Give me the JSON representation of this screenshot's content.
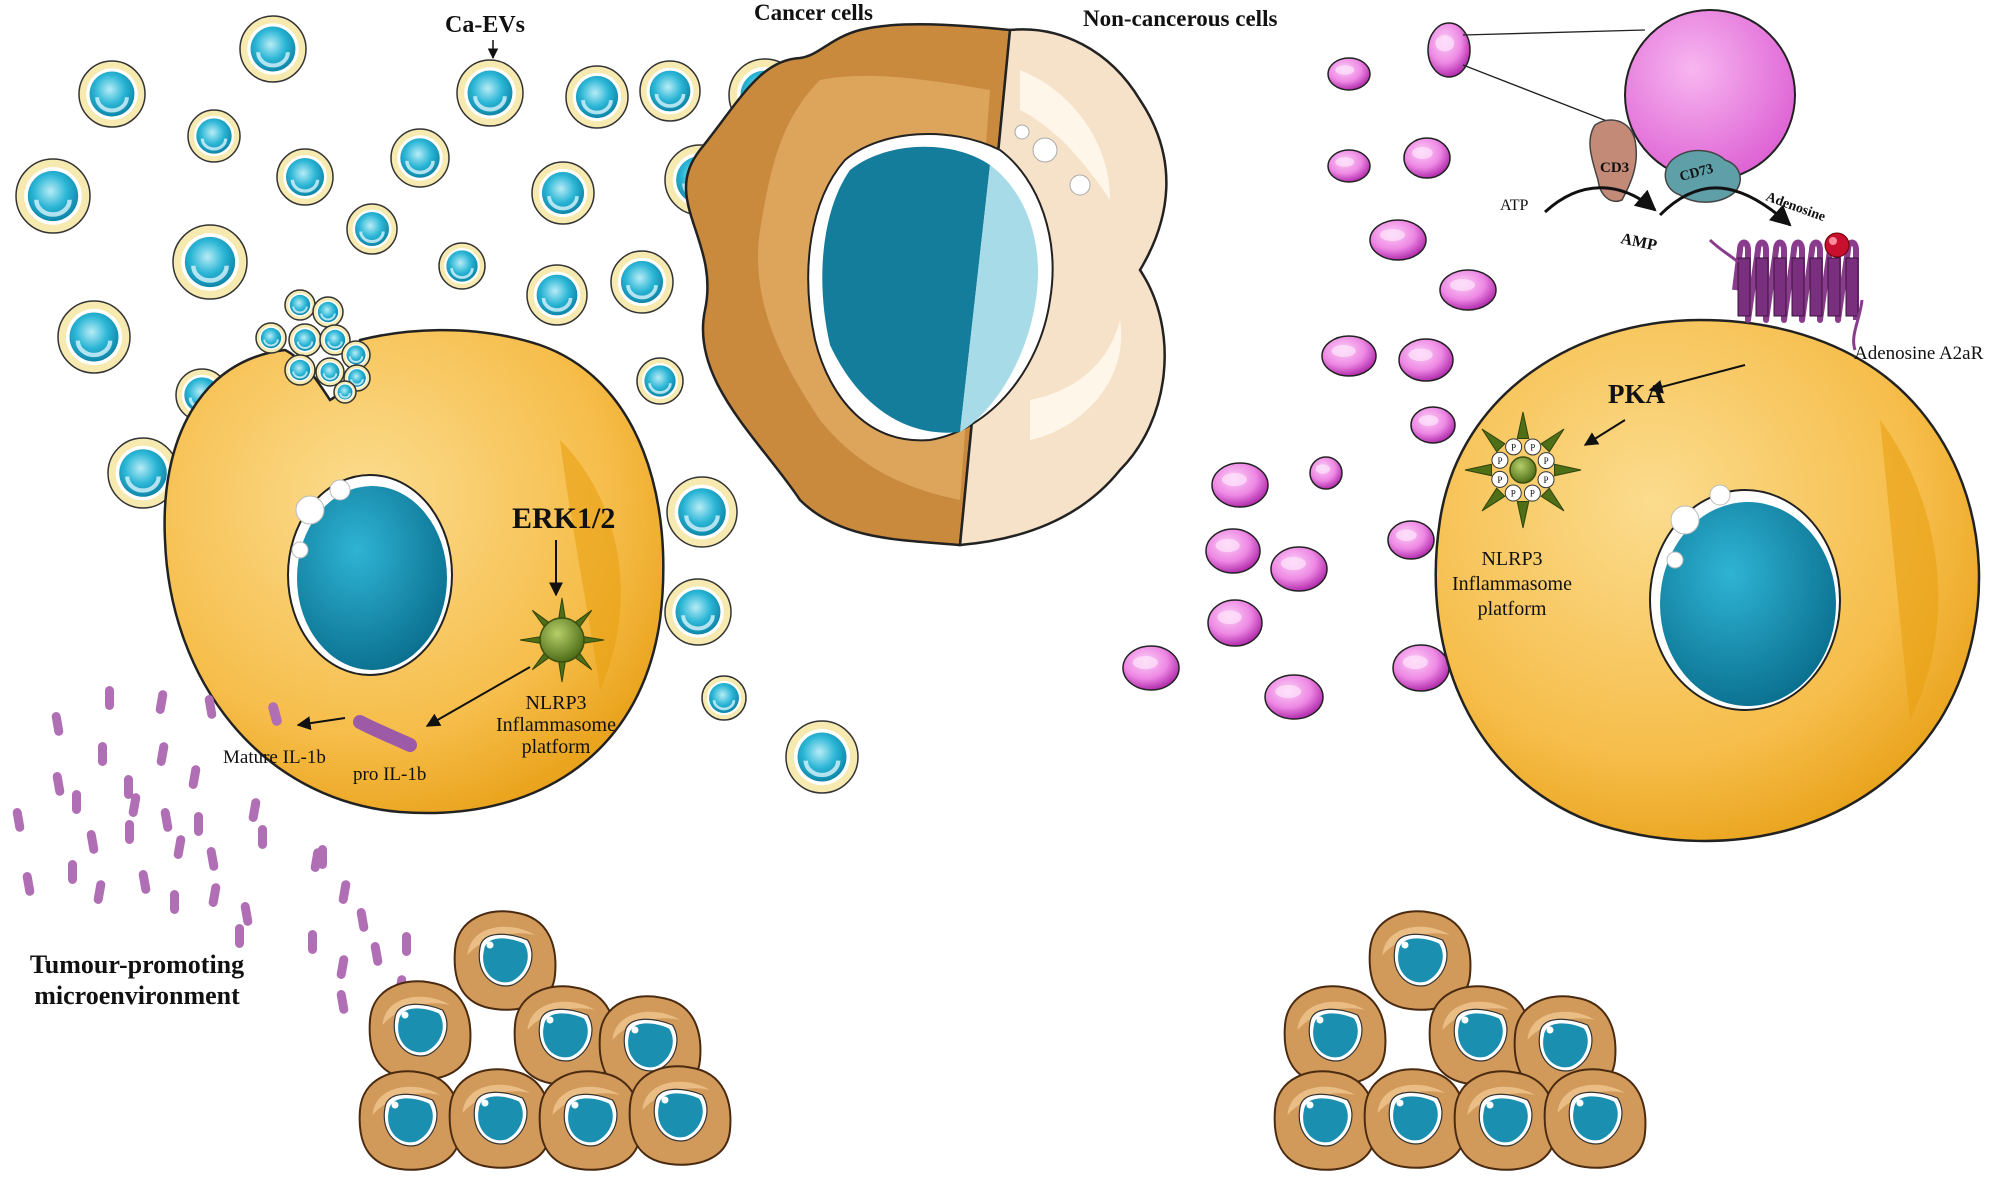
{
  "labels": {
    "ca_evs": "Ca-EVs",
    "cancer_cells": "Cancer cells",
    "non_cancerous_cells": "Non-cancerous cells",
    "erk": "ERK1/2",
    "nlrp3_left_1": "NLRP3",
    "nlrp3_left_2": "Inflammasome",
    "nlrp3_left_3": "platform",
    "mature_il1b": "Mature IL-1b",
    "pro_il1b": "pro IL-1b",
    "tumour_1": "Tumour-promoting",
    "tumour_2": "microenvironment",
    "cd3": "CD3",
    "cd73": "CD73",
    "atp": "ATP",
    "amp": "AMP",
    "adenosine": "Adenosine",
    "a2ar": "Adenosine A2aR",
    "pka": "PKA",
    "nlrp3_right_1": "NLRP3",
    "nlrp3_right_2": "Inflammasome",
    "nlrp3_right_3": "platform",
    "phospho": "P"
  },
  "colors": {
    "ev_ring": "#f3e6a6",
    "ev_fill": "#1aa8c8",
    "magenta_vesicle": "#d04cc8",
    "cell_body": "#f6b63e",
    "nucleus": "#1a8fb0",
    "cancer_brown": "#c98a3e",
    "il1b": "#b06fb5",
    "inflammasome": "#6a8a2a"
  }
}
